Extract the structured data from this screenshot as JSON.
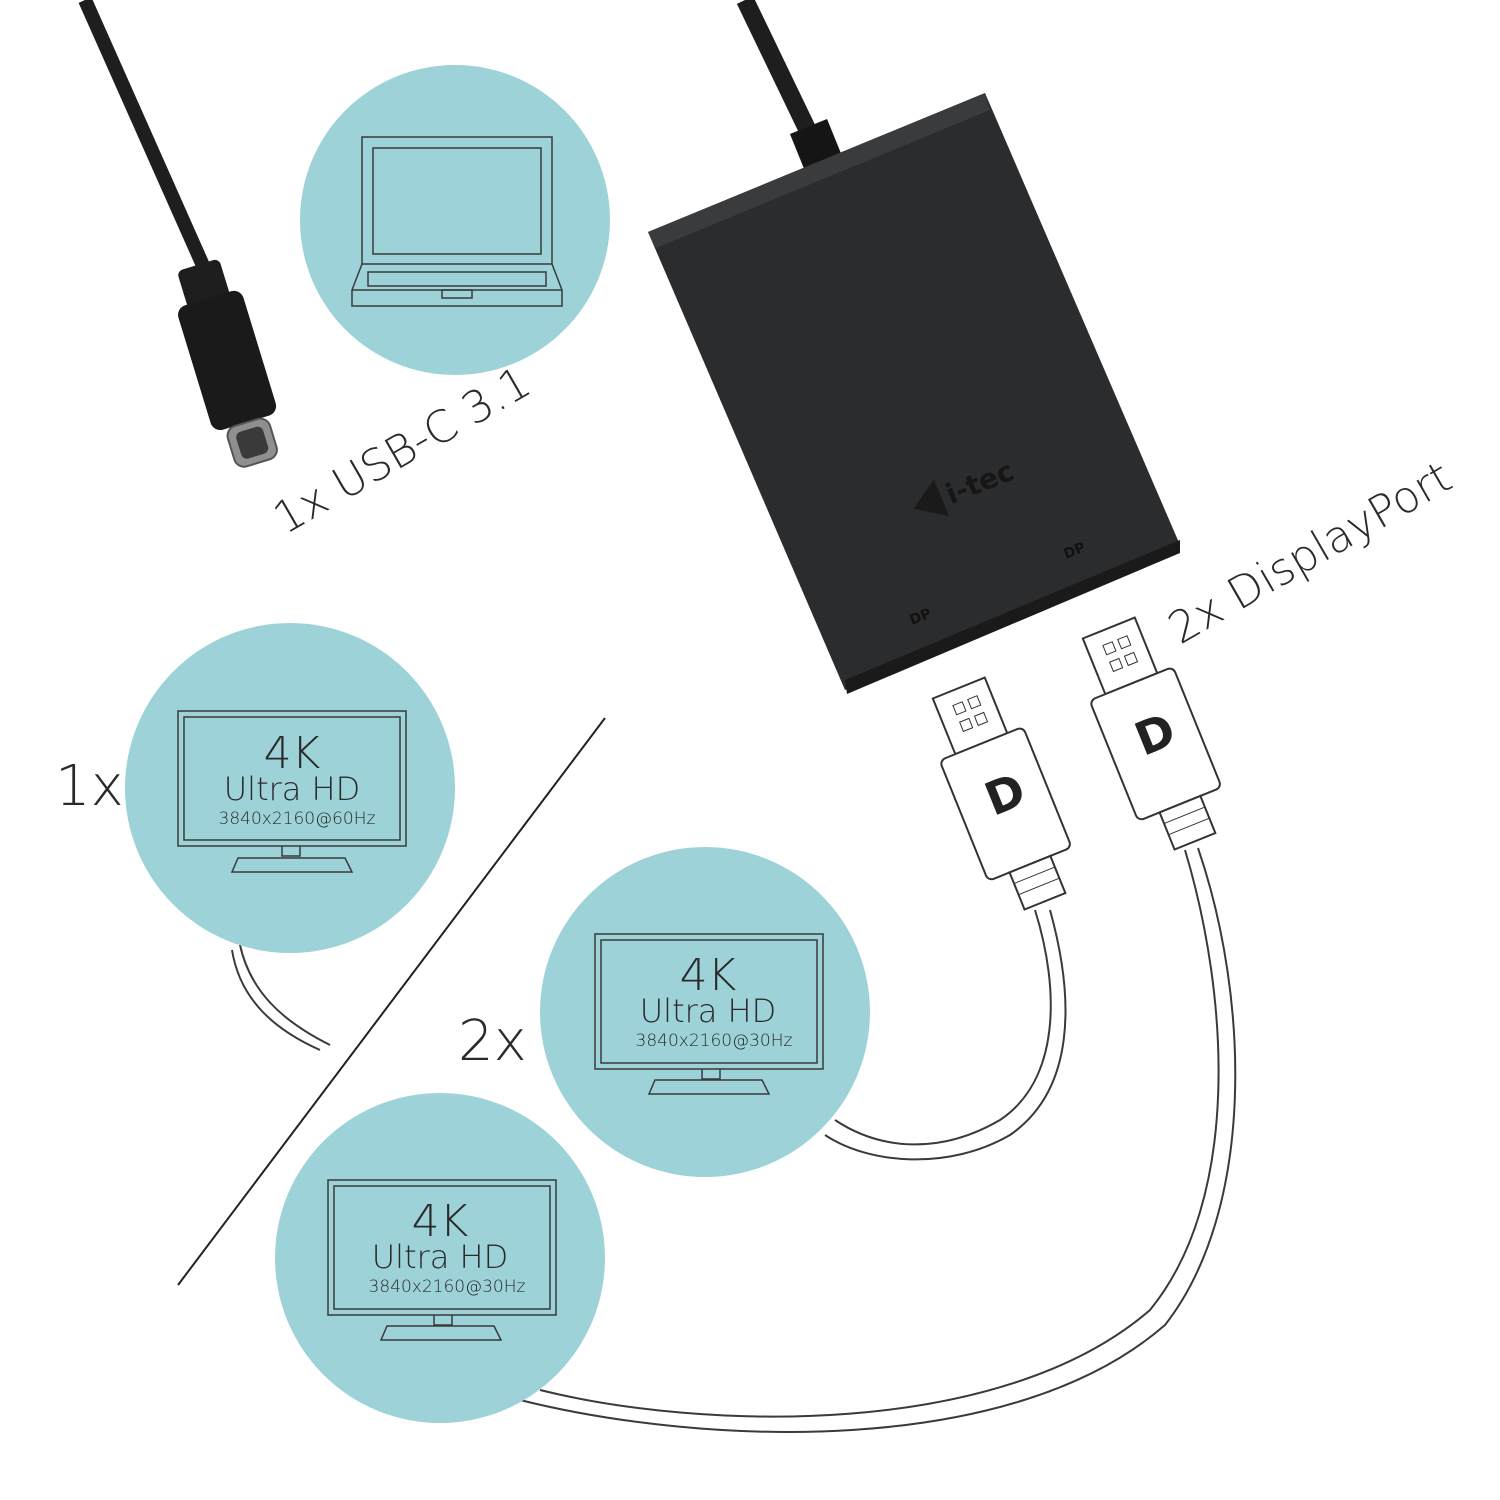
{
  "colors": {
    "circle": "#9dd3d8",
    "device": "#2b2c2e",
    "cable": "#1e1e1e",
    "text": "#2a2a2a"
  },
  "labels": {
    "usb": "1x USB-C 3.1",
    "displayport": "2x DisplayPort",
    "single": "1x",
    "dual": "2x"
  },
  "device": {
    "brand": "i-tec",
    "port1": "DP",
    "port2": "DP"
  },
  "monitors": [
    {
      "title": "4K",
      "subtitle": "Ultra HD",
      "resolution": "3840x2160@60Hz"
    },
    {
      "title": "4K",
      "subtitle": "Ultra HD",
      "resolution": "3840x2160@30Hz"
    },
    {
      "title": "4K",
      "subtitle": "Ultra HD",
      "resolution": "3840x2160@30Hz"
    }
  ],
  "icons": [
    "laptop-icon",
    "monitor-icon",
    "displayport-logo-icon",
    "usb-c-connector",
    "displayport-connector"
  ]
}
